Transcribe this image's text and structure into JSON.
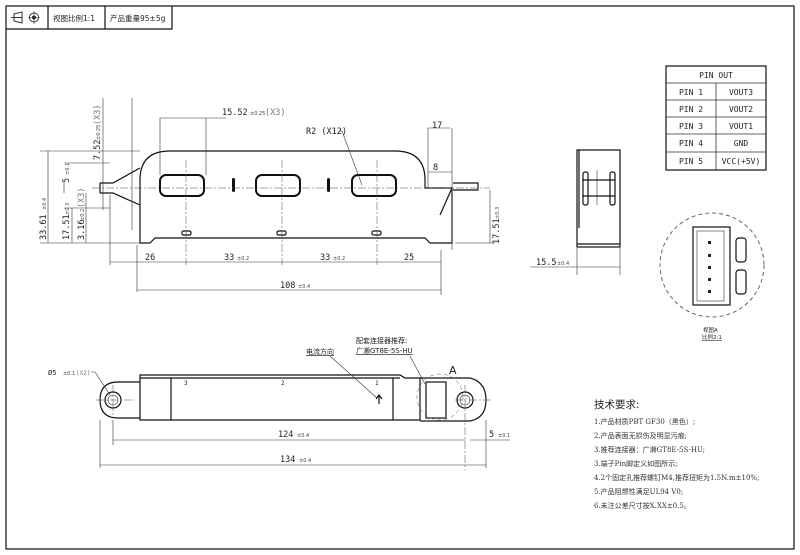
{
  "title_block": {
    "projection_icon": "third-angle-projection-icon",
    "scale": "视图比例1:1",
    "weight": "产品重量95±5g"
  },
  "pin_table": {
    "header": "PIN OUT",
    "rows": [
      {
        "pin": "PIN 1",
        "signal": "VOUT3"
      },
      {
        "pin": "PIN 2",
        "signal": "VOUT2"
      },
      {
        "pin": "PIN 3",
        "signal": "VOUT1"
      },
      {
        "pin": "PIN 4",
        "signal": "GND"
      },
      {
        "pin": "PIN 5",
        "signal": "VCC(+5V)"
      }
    ]
  },
  "front_view": {
    "dim_slot_width": "15.52",
    "dim_slot_width_tol": "±0.25",
    "dim_slot_width_qty": "(X3)",
    "dim_slot_height": "7.52",
    "dim_slot_height_tol": "±0.25",
    "dim_slot_height_qty": "(X3)",
    "dim_radius": "R2 (X12)",
    "dim_17": "17",
    "dim_8": "8",
    "dim_height": "33.61",
    "dim_height_tol": "±0.4",
    "dim_tab": "5",
    "dim_tab_tol": "±0.1",
    "dim_left_1751": "17.51",
    "dim_left_1751_tol": "±0.3",
    "dim_316": "3.16",
    "dim_316_tol": "±0.2",
    "dim_316_qty": "(X3)",
    "dim_right_1751": "17.51",
    "dim_right_1751_tol": "±0.3",
    "dim_26": "26",
    "dim_33a": "33",
    "dim_33a_tol": "±0.2",
    "dim_33b": "33",
    "dim_33b_tol": "±0.2",
    "dim_25": "25",
    "dim_108": "108",
    "dim_108_tol": "±0.4"
  },
  "side_view": {
    "dim_width": "15.5",
    "dim_width_tol": "±0.4"
  },
  "detail_view": {
    "label": "视图A",
    "scale": "比例2:1"
  },
  "bottom_view": {
    "dim_hole": "Ø5",
    "dim_hole_tol": "±0.1",
    "dim_hole_qty": "(X2)",
    "current_direction": "电流方向",
    "connector_title": "配套连接器推荐:",
    "connector_model": "广濑GT8E-5S-HU",
    "detail_marker": "A",
    "phase_labels": [
      "3",
      "2",
      "1"
    ],
    "dim_124": "124",
    "dim_124_tol": "±0.4",
    "dim_5": "5",
    "dim_5_tol": "±0.1",
    "dim_134": "134",
    "dim_134_tol": "±0.4"
  },
  "requirements": {
    "title": "技术要求:",
    "items": [
      "1.产品材质PBT GF30（黑色）;",
      "2.产品表面无损伤及明显污痕;",
      "3.推荐连接器：广濑GT8E-5S-HU;",
      "3.端子Pin脚定义如图所示;",
      "4.2个固定孔推荐螺钉M4,推荐扭矩为1.5N.m±10%;",
      "5.产品阻燃性满足UL94 V0;",
      "6.未注公差尺寸按X.XX±0.5。"
    ]
  }
}
